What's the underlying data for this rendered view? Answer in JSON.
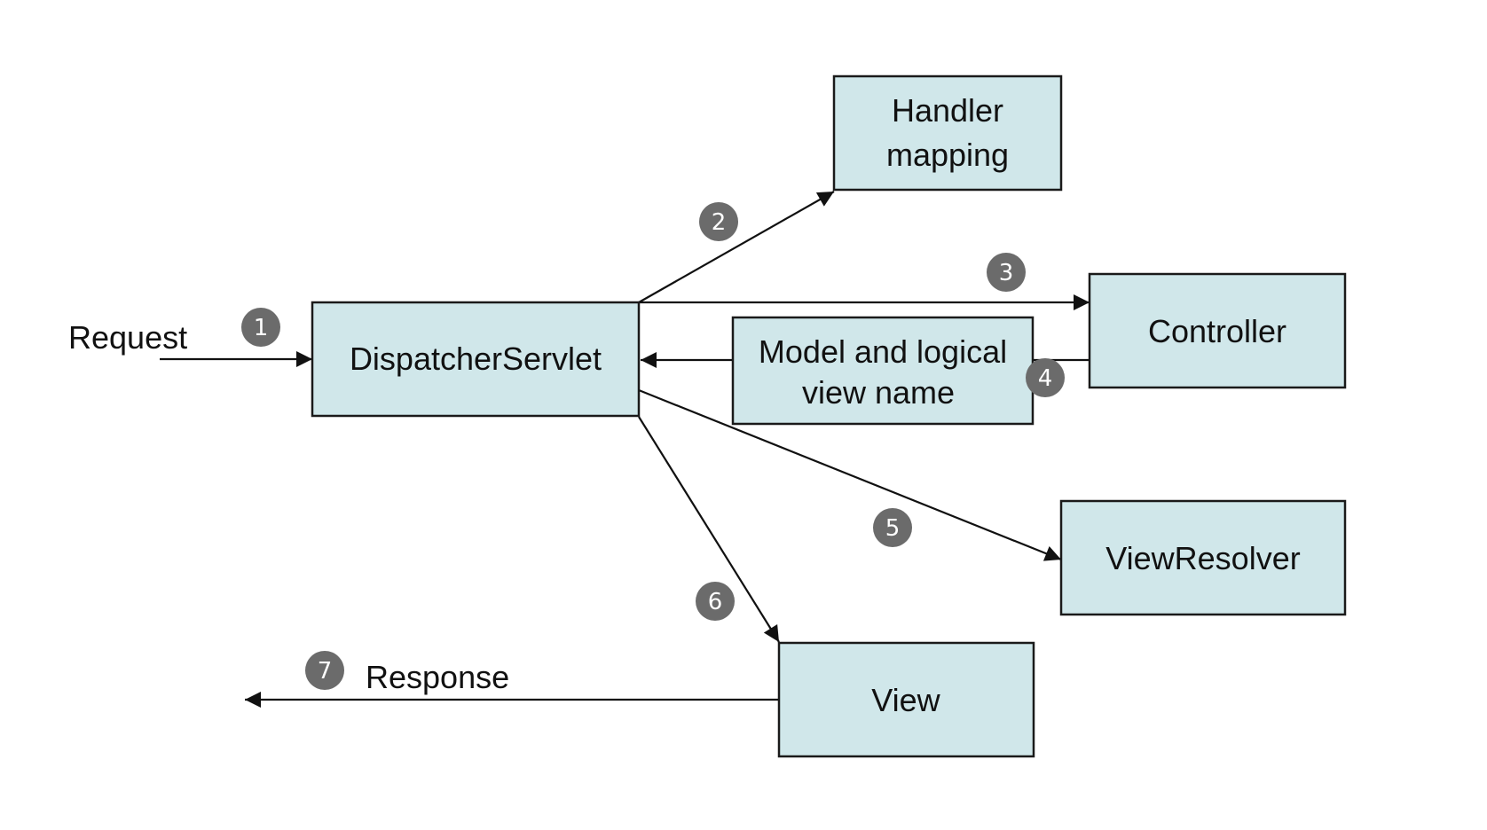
{
  "nodes": {
    "dispatcher": {
      "label": "DispatcherServlet"
    },
    "handler_mapping": {
      "lines": [
        "Handler",
        "mapping"
      ]
    },
    "controller": {
      "label": "Controller"
    },
    "model_view": {
      "lines": [
        "Model and logical",
        "view name"
      ]
    },
    "view_resolver": {
      "label": "ViewResolver"
    },
    "view": {
      "label": "View"
    }
  },
  "labels": {
    "request": "Request",
    "response": "Response"
  },
  "steps": [
    "1",
    "2",
    "3",
    "4",
    "5",
    "6",
    "7"
  ],
  "colors": {
    "box_fill": "#d0e7ea",
    "badge_fill": "#6b6b6b"
  }
}
